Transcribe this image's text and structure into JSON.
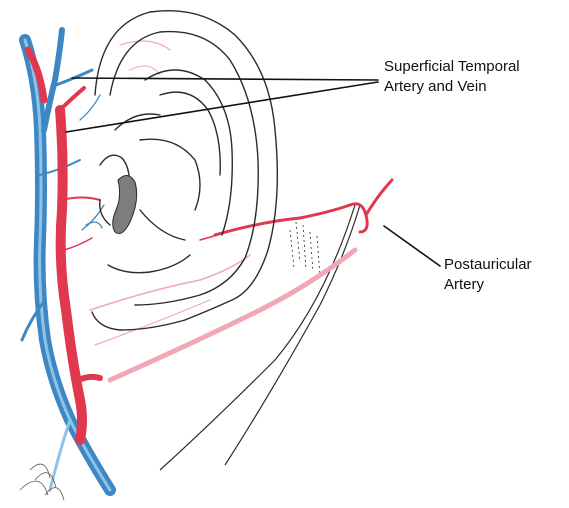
{
  "labels": {
    "superficial_temporal": {
      "line1": "Superficial Temporal",
      "line2": "Artery and Vein"
    },
    "postauricular": {
      "line1": "Postauricular",
      "line2": "Artery"
    }
  },
  "colors": {
    "artery": "#e0394f",
    "artery_light": "#f2a7b7",
    "vein": "#3d88c4",
    "vein_light": "#8fc3e6",
    "outline": "#2b2b2b",
    "leader": "#111111",
    "shadow": "#7d7d7d"
  }
}
